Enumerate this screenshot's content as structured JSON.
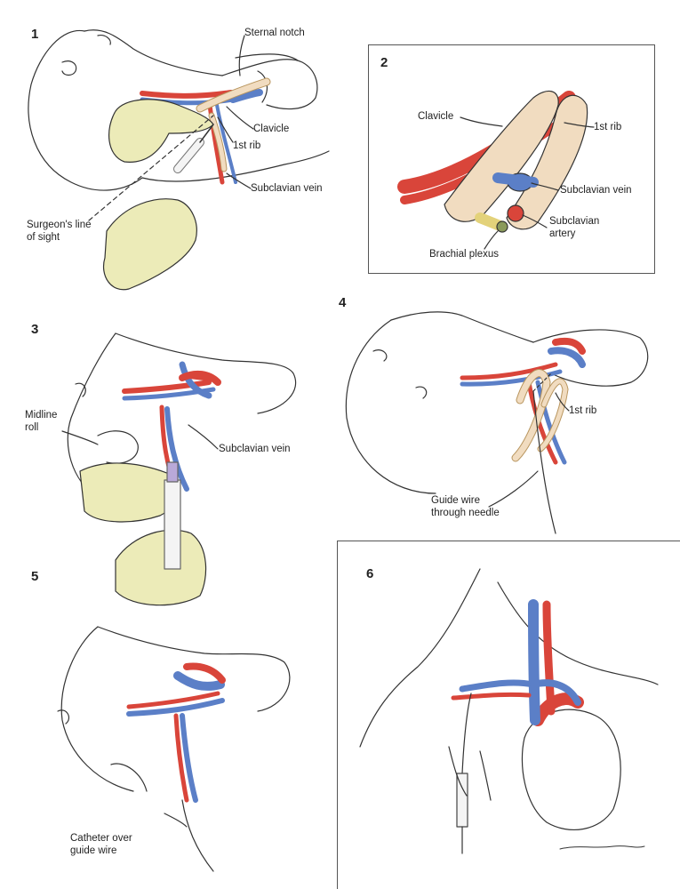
{
  "panels": [
    {
      "number": "1",
      "labels": [
        "Sternal notch",
        "Clavicle",
        "1st rib",
        "Subclavian vein",
        "Surgeon's line of sight"
      ]
    },
    {
      "number": "2",
      "labels": [
        "Clavicle",
        "1st rib",
        "Subclavian vein",
        "Subclavian artery",
        "Brachial plexus"
      ]
    },
    {
      "number": "3",
      "labels": [
        "Midline roll",
        "Subclavian vein"
      ]
    },
    {
      "number": "4",
      "labels": [
        "1st rib",
        "Guide wire through needle"
      ]
    },
    {
      "number": "5",
      "labels": [
        "Catheter over guide wire"
      ]
    },
    {
      "number": "6",
      "labels": []
    }
  ],
  "colors": {
    "vein": "#5b7fc7",
    "artery": "#d9453a",
    "bone": "#f1dcc0",
    "glove": "#ecebb8",
    "line": "#333333"
  }
}
